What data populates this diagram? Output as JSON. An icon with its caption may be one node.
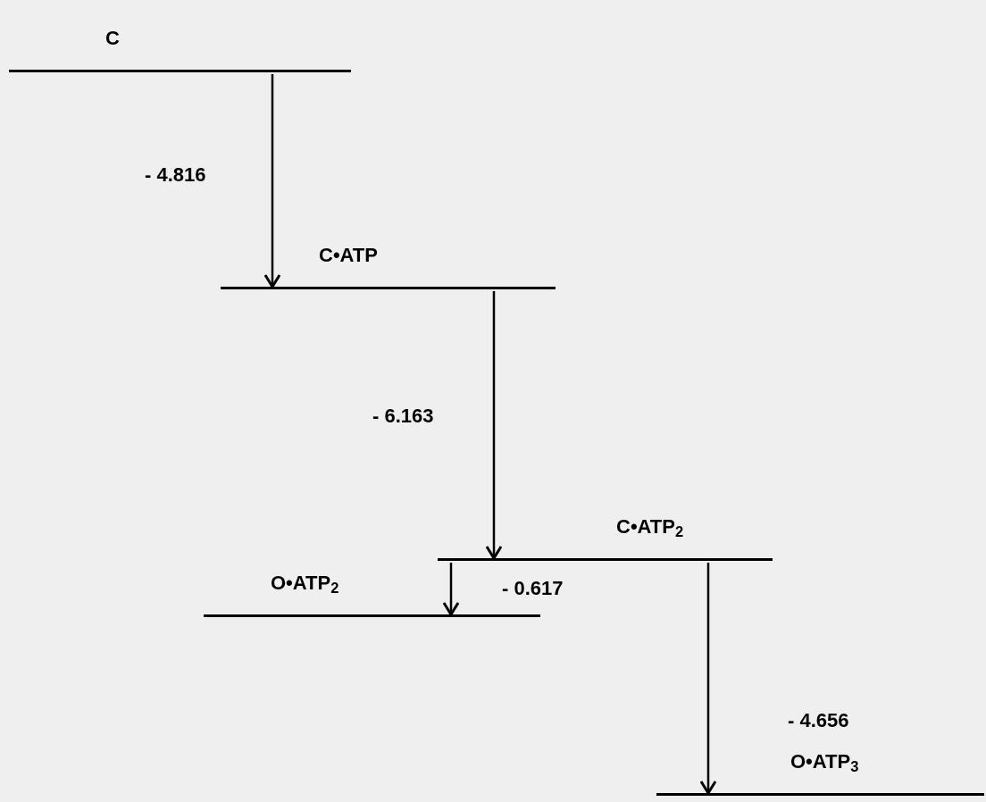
{
  "diagram": {
    "nodes": [
      {
        "text": [
          "C"
        ]
      },
      {
        "text": [
          "C•ATP"
        ]
      },
      {
        "text": [
          "C•ATP$_{2}$"
        ]
      },
      {
        "text": [
          "O•ATP$_{2}$"
        ]
      },
      {
        "text": [
          "O•ATP$_{3}$"
        ]
      }
    ],
    "edges": [
      {
        "from": 0,
        "to": 1,
        "arrow": "to",
        "label": "- 4.816"
      },
      {
        "from": 1,
        "to": 2,
        "arrow": "to",
        "label": "- 6.163"
      },
      {
        "from": 2,
        "to": 3,
        "arrow": "to",
        "label": "- 0.617"
      },
      {
        "from": 2,
        "to": 4,
        "arrow": "to",
        "label": "- 4.656"
      }
    ]
  }
}
